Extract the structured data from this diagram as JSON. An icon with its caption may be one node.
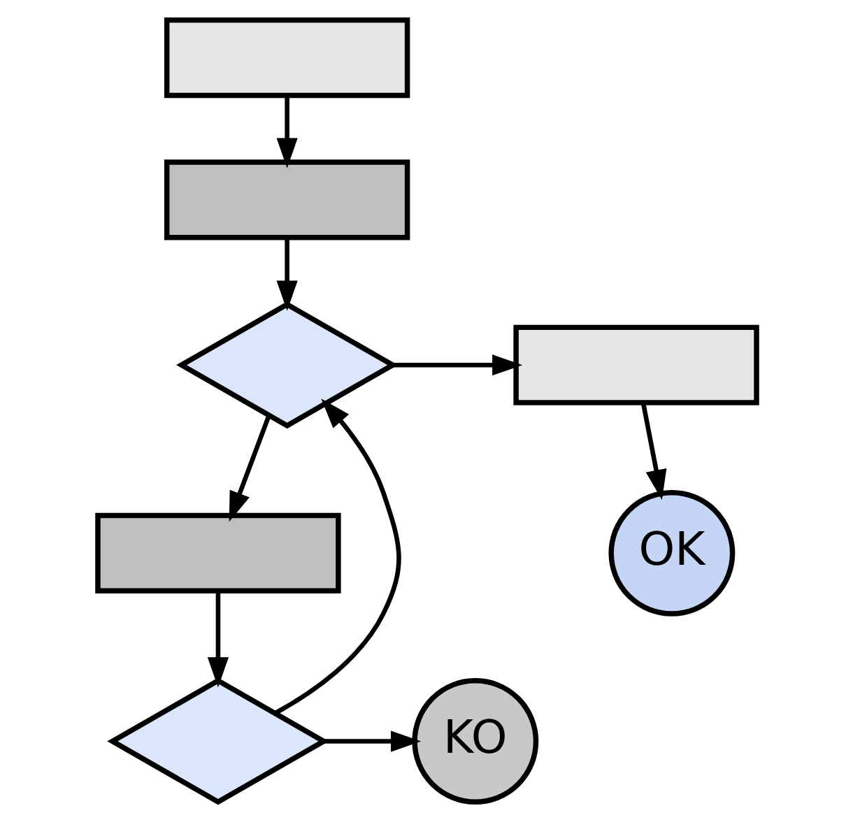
{
  "diagram": {
    "nodes": [
      {
        "text": [],
        "shape": "box"
      },
      {
        "text": [],
        "shape": "box"
      },
      {
        "text": [],
        "shape": "diamond"
      },
      {
        "text": [],
        "shape": "box"
      },
      {
        "text": [
          "OK"
        ]
      },
      {
        "text": [],
        "shape": "box"
      },
      {
        "text": [],
        "shape": "diamond"
      },
      {
        "text": [
          "KO"
        ]
      }
    ],
    "edges": [
      {
        "from": 0,
        "to": 1,
        "arrow": "to"
      },
      {
        "from": 1,
        "to": 2,
        "arrow": "to"
      },
      {
        "from": 2,
        "to": 3,
        "arrow": "to"
      },
      {
        "from": 3,
        "to": 4,
        "arrow": "to"
      },
      {
        "from": 2,
        "to": 5,
        "arrow": "to"
      },
      {
        "from": 5,
        "to": 6,
        "arrow": "to"
      },
      {
        "from": 6,
        "to": 7,
        "arrow": "to"
      },
      {
        "from": 6,
        "to": 2,
        "arrow": "to"
      }
    ]
  }
}
